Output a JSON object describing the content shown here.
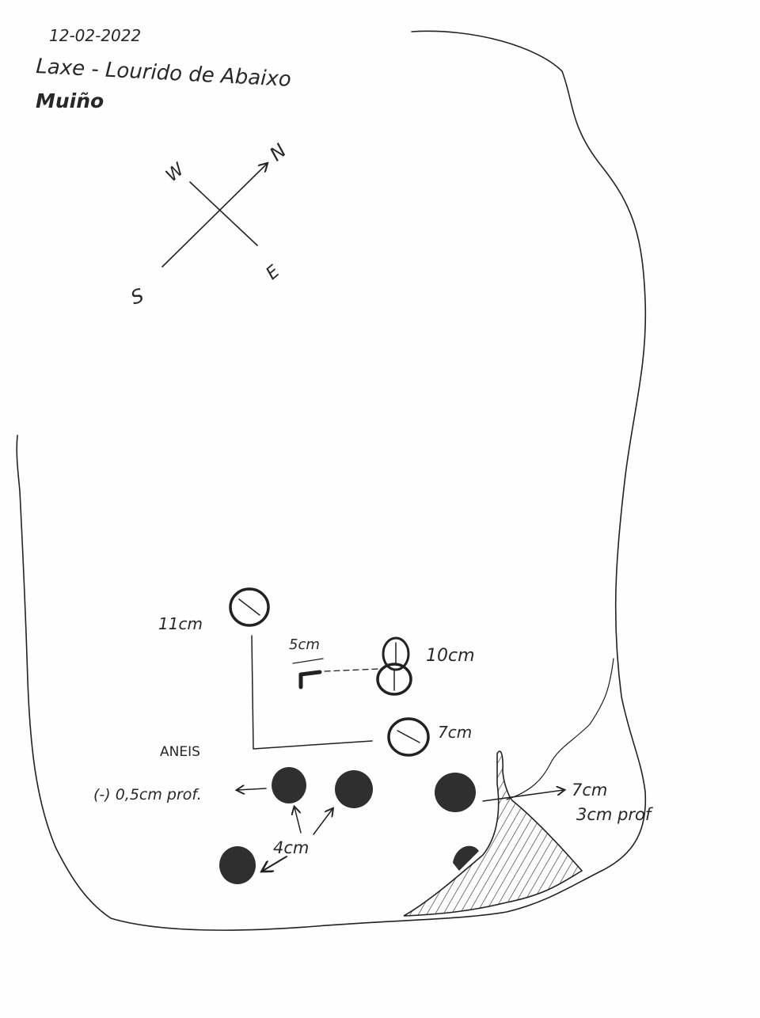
{
  "header": {
    "date": "12-02-2022",
    "place": "Laxe - Lourido de Abaixo",
    "municipality": "Muiño"
  },
  "compass": {
    "north": "N",
    "south": "S",
    "east": "E",
    "west": "W"
  },
  "labels": {
    "ring_large": "11cm",
    "groove": "5cm",
    "ring_double": "10cm",
    "ring_small": "7cm",
    "rings_title": "ANEIS",
    "depth_left": "(-) 0,5cm prof.",
    "spacing": "4cm",
    "cup_right_size": "7cm",
    "cup_right_depth": "3cm prof"
  },
  "colors": {
    "ink": "#222222",
    "cup_fill": "#2f2f2f",
    "paper": "#fefefe"
  }
}
